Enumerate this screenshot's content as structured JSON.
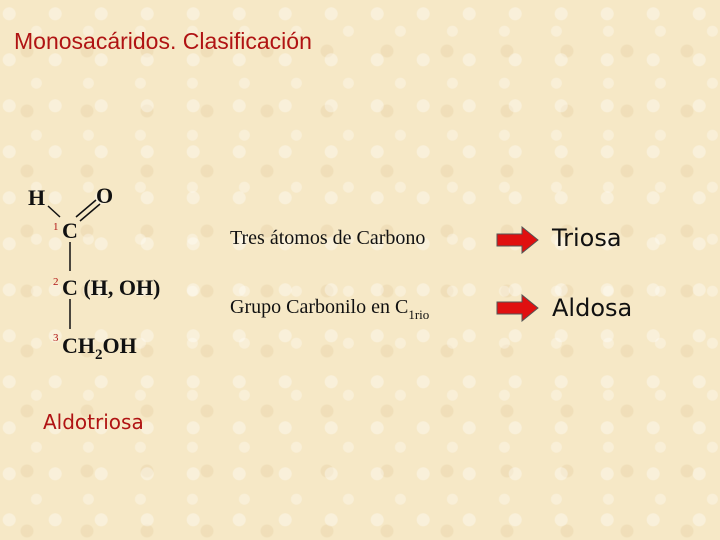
{
  "title": "Monosacáridos. Clasificación",
  "molecule": {
    "atom_h": "H",
    "atom_o": "O",
    "c1_num": "1",
    "c1_label": "C",
    "c2_num": "2",
    "c2_label": "C (H, OH)",
    "c3_num": "3",
    "c3_label_a": "CH",
    "c3_sub": "2",
    "c3_label_b": "OH",
    "name": "Aldotriosa"
  },
  "rows": [
    {
      "text": "Tres átomos de Carbono",
      "sub": "",
      "result": "Triosa"
    },
    {
      "text": "Grupo Carbonilo en C",
      "sub": "1rio",
      "result": "Aldosa"
    }
  ],
  "colors": {
    "title": "#b01313",
    "arrow": "#e01010",
    "background": "#f6e8c6"
  }
}
